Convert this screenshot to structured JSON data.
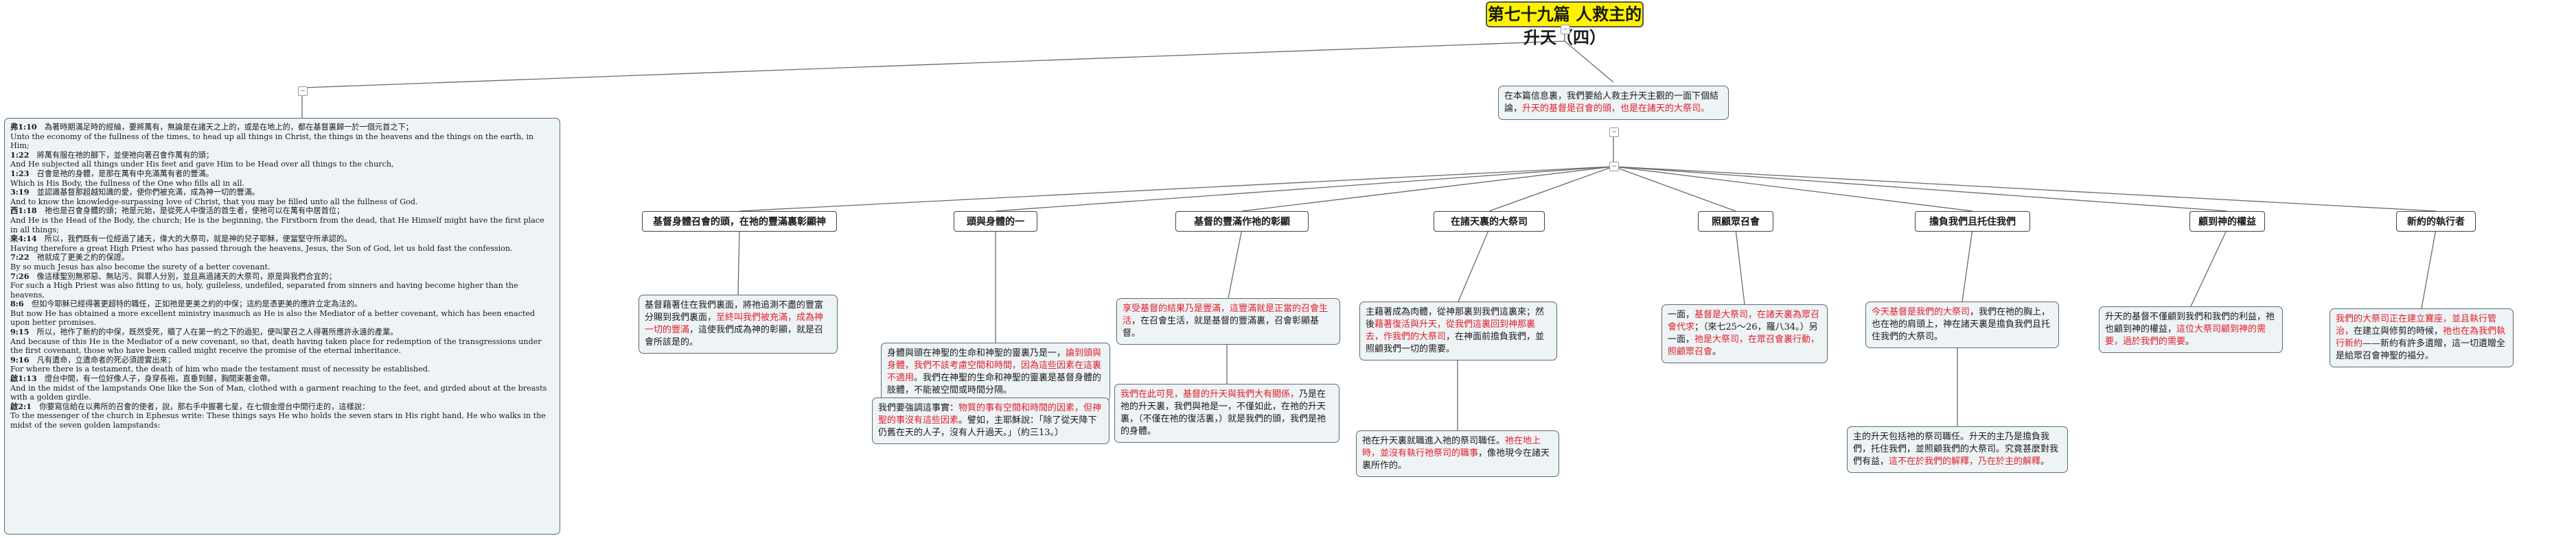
{
  "title": "第七十九篇 人救主的升天（四）",
  "intro": {
    "parts": [
      {
        "t": "在本篇信息裏，我們要給人救主升天主觀的一面下個結論，",
        "red": false
      },
      {
        "t": "升天的基督是召會的頭，也是在諸天的大祭司。",
        "red": true
      }
    ]
  },
  "branches": [
    {
      "label": "基督身體召會的頭，在祂的豐滿裏彰顯神",
      "cards": [
        {
          "parts": [
            {
              "t": "基督藉著住在我們裏面，將祂追測不盡的豐富分賜到我們裏面，",
              "red": false
            },
            {
              "t": "至終叫我們被充滿，成為神一切的豐滿",
              "red": true
            },
            {
              "t": "，這使我們成為神的彰顯，就是召會所該是的。",
              "red": false
            }
          ]
        }
      ]
    },
    {
      "label": "頭與身體的一",
      "cards": [
        {
          "parts": [
            {
              "t": "身體與頭在神聖的生命和神聖的靈裏乃是一，",
              "red": false
            },
            {
              "t": "論到頭與身體，我們不該考慮空間和時間，因為這些因素在這裏不適用",
              "red": true
            },
            {
              "t": "。我們在神聖的生命和神聖的靈裏是基督身體的肢體，不能被空間或時間分隔。",
              "red": false
            }
          ]
        },
        {
          "parts": [
            {
              "t": "我們要強調這事實：",
              "red": false
            },
            {
              "t": "物質的事有空間和時間的因素，但神聖的事沒有這些因素",
              "red": true
            },
            {
              "t": "。譬如，主耶穌說：「除了從天降下仍舊在天的人子，沒有人升過天。」（約三13。）",
              "red": false
            }
          ]
        }
      ]
    },
    {
      "label": "基督的豐滿作祂的彰顯",
      "cards": [
        {
          "parts": [
            {
              "t": "享受基督的結果乃是豐滿，這豐滿就是正當的召會生活",
              "red": true
            },
            {
              "t": "，在召會生活，就是基督的豐滿裏，召會彰顯基督。",
              "red": false
            }
          ]
        },
        {
          "parts": [
            {
              "t": "我們在此可見，基督的升天與我們大有關係，",
              "red": true
            },
            {
              "t": "乃是在祂的升天裏，我們與祂是一，不僅如此，在祂的升天裏，（不僅在祂的復活裏，）就是我們的頭，我們是祂的身體。",
              "red": false
            }
          ]
        }
      ]
    },
    {
      "label": "在諸天裏的大祭司",
      "cards": [
        {
          "parts": [
            {
              "t": "主藉著成為肉體，從神那裏到我們這裏來；然後",
              "red": false
            },
            {
              "t": "藉著復活與升天，從我們這裏回到神那裏去，作我們的大祭司",
              "red": true
            },
            {
              "t": "，在神面前擔負我們，並照顧我們一切的需要。",
              "red": false
            }
          ]
        },
        {
          "parts": [
            {
              "t": "祂在升天裏就職進入祂的祭司職任。",
              "red": false
            },
            {
              "t": "祂在地上時，並沒有執行祂祭司的職事",
              "red": true
            },
            {
              "t": "，像祂現今在諸天裏所作的。",
              "red": false
            }
          ]
        }
      ]
    },
    {
      "label": "照顧眾召會",
      "cards": [
        {
          "parts": [
            {
              "t": "一面，",
              "red": false
            },
            {
              "t": "基督是大祭司，在諸天裏為眾召會代求",
              "red": true
            },
            {
              "t": "；（來七25～26，羅八34。）另一面，",
              "red": false
            },
            {
              "t": "祂是大祭司，在眾召會裏行動，照顧眾召會",
              "red": true
            },
            {
              "t": "。",
              "red": false
            }
          ]
        }
      ]
    },
    {
      "label": "擔負我們且托住我們",
      "cards": [
        {
          "parts": [
            {
              "t": "今天基督是我們的大祭司",
              "red": true
            },
            {
              "t": "，我們在祂的胸上，也在祂的肩頭上，神在諸天裏是擔負我們且托住我們的大祭司。",
              "red": false
            }
          ]
        },
        {
          "parts": [
            {
              "t": "主的升天包括祂的祭司職任。升天的主乃是擔負我們，托住我們，並照顧我們的大祭司。究竟甚麼對我們有益，",
              "red": false
            },
            {
              "t": "這不在於我們的解釋，乃在於主的解釋",
              "red": true
            },
            {
              "t": "。",
              "red": false
            }
          ]
        }
      ]
    },
    {
      "label": "顧到神的權益",
      "cards": [
        {
          "parts": [
            {
              "t": "升天的基督不僅顧到我們和我們的利益，祂也顧到神的權益，",
              "red": false
            },
            {
              "t": "這位大祭司顧到神的需要，過於我們的需要",
              "red": true
            },
            {
              "t": "。",
              "red": false
            }
          ]
        }
      ]
    },
    {
      "label": "新約的執行者",
      "cards": [
        {
          "parts": [
            {
              "t": "我們的大祭司正在建立寶座，並且執行管治，",
              "red": true
            },
            {
              "t": "在建立與修剪的時候，",
              "red": false
            },
            {
              "t": "祂也在為我們執行新約",
              "red": true
            },
            {
              "t": "——新約有許多遺贈，這一切遺贈全是給眾召會神聖的福分。",
              "red": false
            }
          ]
        }
      ]
    }
  ],
  "verses": [
    {
      "ref": "弗1:10",
      "zh": "為著時期滿足時的經綸，要將萬有，無論是在諸天之上的，或是在地上的，都在基督裏歸一於一個元首之下；",
      "en": "Unto the economy of the fullness of the times, to head up all things in Christ, the things in the heavens and the things on the earth, in Him;"
    },
    {
      "ref": "1:22",
      "zh": "將萬有服在祂的腳下，並使祂向著召會作萬有的頭；",
      "en": "And He subjected all things under His feet and gave Him to be Head over all things to the church,"
    },
    {
      "ref": "1:23",
      "zh": "召會是祂的身體，是那在萬有中充滿萬有者的豐滿。",
      "en": "Which is His Body, the fullness of the One who fills all in all."
    },
    {
      "ref": "3:19",
      "zh": "並認識基督那超越知識的愛，使你們被充滿，成為神一切的豐滿。",
      "en": "And to know the knowledge-surpassing love of Christ, that you may be filled unto all the fullness of God."
    },
    {
      "ref": "西1:18",
      "zh": "祂也是召會身體的頭；祂是元始，是從死人中復活的首生者，使祂可以在萬有中居首位；",
      "en": "And He is the Head of the Body, the church; He is the beginning, the Firstborn from the dead, that He Himself might have the first place in all things;"
    },
    {
      "ref": "來4:14",
      "zh": "所以，我們既有一位經過了諸天，偉大的大祭司，就是神的兒子耶穌，便當堅守所承認的。",
      "en": "Having therefore a great High Priest who has passed through the heavens, Jesus, the Son of God, let us hold fast the confession."
    },
    {
      "ref": "7:22",
      "zh": "祂就成了更美之約的保證。",
      "en": "By so much Jesus has also become the surety of a better covenant."
    },
    {
      "ref": "7:26",
      "zh": "像這樣聖別無邪惡、無玷污、與罪人分別，並且高過諸天的大祭司，原是與我們合宜的；",
      "en": "For such a High Priest was also fitting to us, holy, guileless, undefiled, separated from sinners and having become higher than the heavens,"
    },
    {
      "ref": "8:6",
      "zh": "但如今耶穌已經得著更超特的職任，正如祂是更美之約的中保；這約是憑更美的應許立定為法的。",
      "en": "But now He has obtained a more excellent ministry inasmuch as He is also the Mediator of a better covenant, which has been enacted upon better promises."
    },
    {
      "ref": "9:15",
      "zh": "所以，祂作了新約的中保，既然受死，贖了人在第一約之下的過犯，便叫蒙召之人得著所應許永遠的產業。",
      "en": "And because of this He is the Mediator of a new covenant, so that, death having taken place for redemption of the transgressions under the first covenant, those who have been called might receive the promise of the eternal inheritance."
    },
    {
      "ref": "9:16",
      "zh": "凡有遺命，立遺命者的死必須證實出來；",
      "en": "For where there is a testament, the death of him who made the testament must of necessity be established."
    },
    {
      "ref": "啟1:13",
      "zh": "燈台中間，有一位好像人子，身穿長袍，直垂到腳，胸間束著金帶。",
      "en": "And in the midst of the lampstands One like the Son of Man, clothed with a garment reaching to the feet, and girded about at the breasts with a golden girdle."
    },
    {
      "ref": "啟2:1",
      "zh": "你要寫信給在以弗所的召會的使者，說，那右手中握著七星，在七個金燈台中間行走的，這樣說：",
      "en": "To the messenger of the church in Ephesus write: These things says He who holds the seven stars in His right hand, He who walks in the midst of the seven golden lampstands:"
    }
  ]
}
